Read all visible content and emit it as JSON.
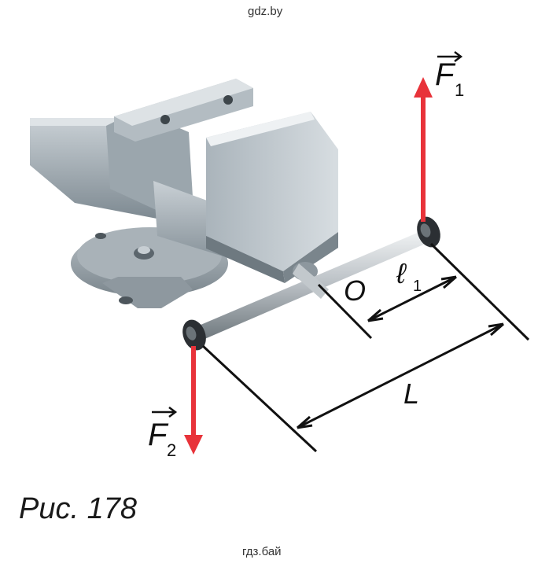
{
  "watermarks": {
    "top": "gdz.by",
    "bottom": "гдз.бай"
  },
  "labels": {
    "force1_letter": "F",
    "force1_subscript": "1",
    "force2_letter": "F",
    "force2_subscript": "2",
    "pivot": "O",
    "arm_short_letter": "ℓ",
    "arm_short_subscript": "1",
    "arm_long": "L"
  },
  "caption": "Рис. 178",
  "colors": {
    "force_arrow": "#e8333a",
    "dimension_line": "#111111",
    "vise_body": "#9aa5ad",
    "vise_shadow": "#6c7880",
    "vise_highlight": "#d9dee2",
    "handle_steel": "#c7ccd0"
  }
}
